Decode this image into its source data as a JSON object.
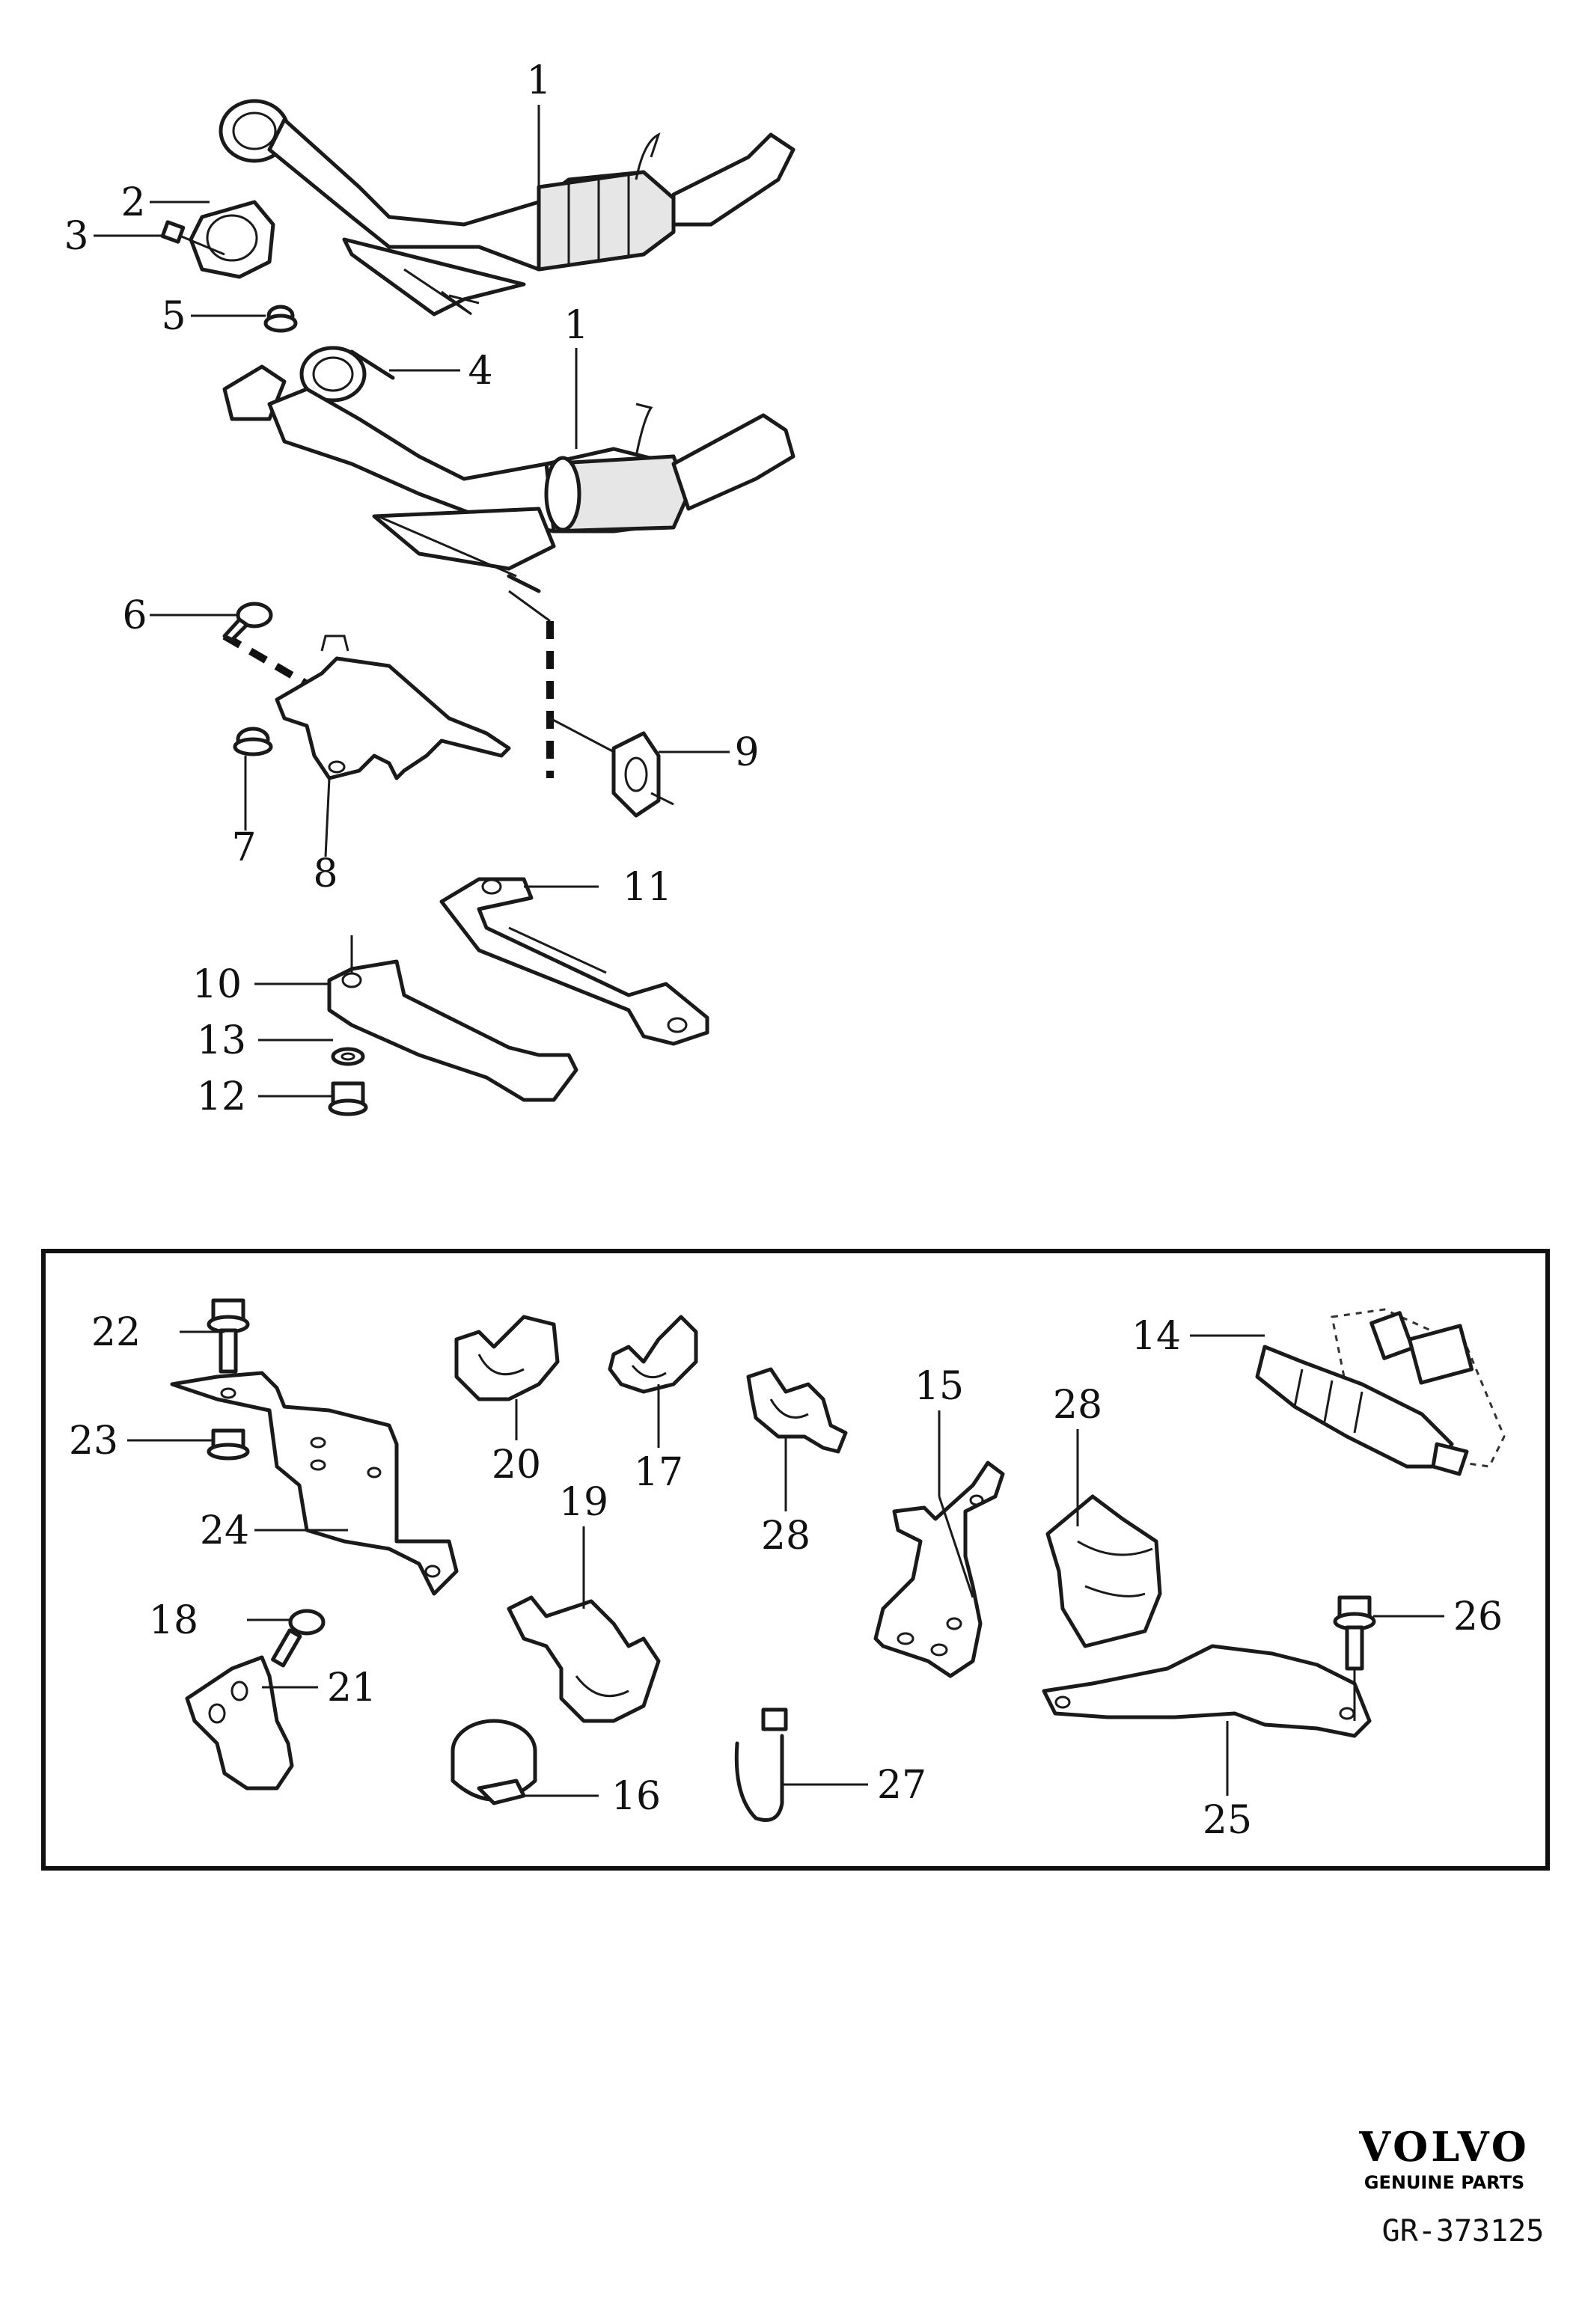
{
  "callouts": {
    "c1a": "1",
    "c1b": "1",
    "c2": "2",
    "c3": "3",
    "c4": "4",
    "c5": "5",
    "c6": "6",
    "c7": "7",
    "c8": "8",
    "c9": "9",
    "c10": "10",
    "c11": "11",
    "c12": "12",
    "c13": "13",
    "c14": "14",
    "c15": "15",
    "c16": "16",
    "c17": "17",
    "c18": "18",
    "c19": "19",
    "c20": "20",
    "c21": "21",
    "c22": "22",
    "c23": "23",
    "c24": "24",
    "c25": "25",
    "c26": "26",
    "c27": "27",
    "c28a": "28",
    "c28b": "28"
  },
  "logo": {
    "brand": "VOLVO",
    "subtitle": "GENUINE PARTS"
  },
  "reference": "GR-373125"
}
